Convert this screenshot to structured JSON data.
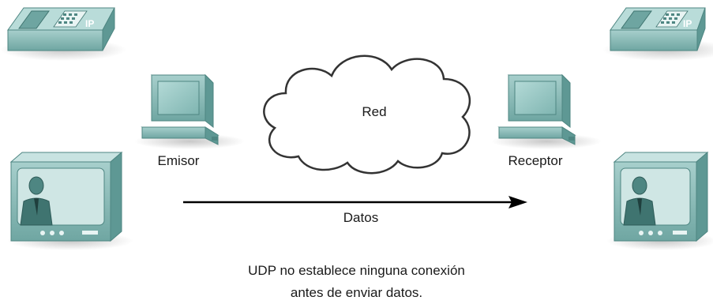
{
  "diagram": {
    "network_label": "Red",
    "sender_label": "Emisor",
    "receiver_label": "Receptor",
    "data_label": "Datos",
    "phone_badge_left": "IP",
    "phone_badge_right": "IP",
    "caption_line1": "UDP no establece ninguna conexión",
    "caption_line2": "antes de enviar datos."
  },
  "colors": {
    "device_body": "#7fb3b0",
    "device_dark": "#4e8682",
    "device_light": "#a9d0cd",
    "screen": "#8fc2bf",
    "arrow": "#000000",
    "cloud_stroke": "#333333"
  },
  "icons": [
    "ip-phone-icon",
    "desktop-computer-icon",
    "video-monitor-icon",
    "cloud-icon"
  ]
}
